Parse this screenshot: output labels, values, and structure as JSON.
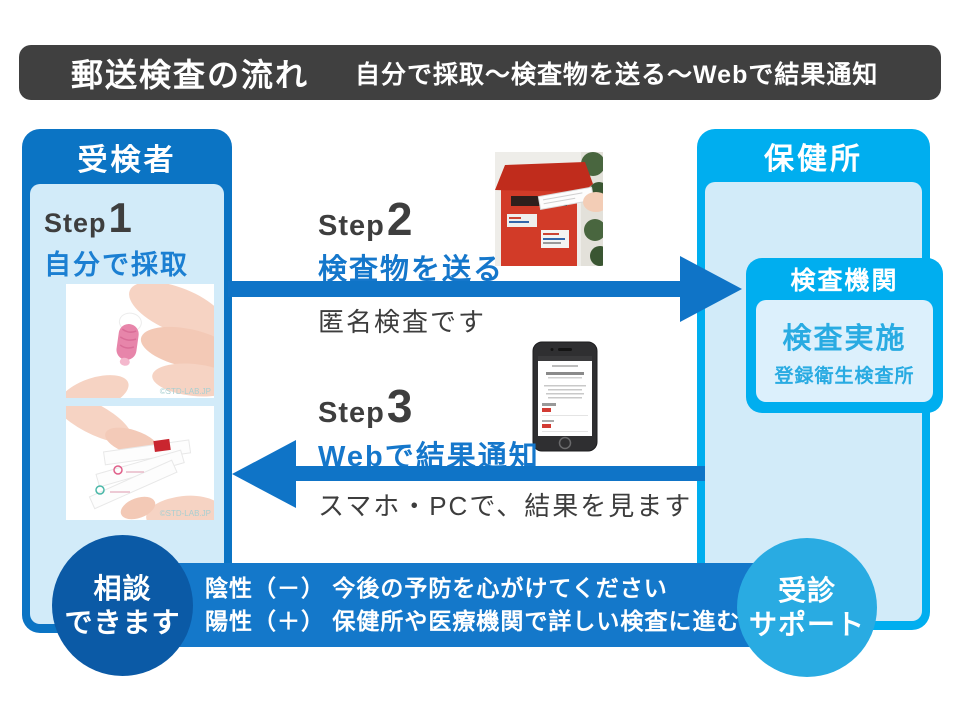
{
  "header": {
    "title": "郵送検査の流れ",
    "subtitle": "自分で採取～検査物を送る～Webで結果通知"
  },
  "panels": {
    "examinee": {
      "title": "受検者"
    },
    "health_center": {
      "title": "保健所"
    },
    "lab_box": {
      "title": "検査機関",
      "action": "検査実施",
      "sub": "登録衛生検査所"
    }
  },
  "steps": {
    "step1": {
      "label": "Step",
      "number": "1",
      "caption": "自分で採取"
    },
    "step2": {
      "label": "Step",
      "number": "2",
      "caption": "検査物を送る",
      "note": "匿名検査です"
    },
    "step3": {
      "label": "Step",
      "number": "3",
      "caption": "Webで結果通知",
      "note": "スマホ・PCで、結果を見ます"
    }
  },
  "result_bar": {
    "negative_line": "陰性（－） 今後の予防を心がけてください",
    "positive_line": "陽性（＋） 保健所や医療機関で詳しい検査に進む"
  },
  "badges": {
    "consult": {
      "line1": "相談",
      "line2": "できます"
    },
    "support": {
      "line1": "受診",
      "line2": "サポート"
    }
  },
  "photos": {
    "watermark": "©STD-LAB.JP",
    "sample1": "lancet-device-photo",
    "sample2": "test-strip-photo",
    "postbox": "red-postbox-photo",
    "phone": "smartphone-result-photo"
  },
  "colors": {
    "header_black": "#404040",
    "primary_blue": "#0b74c4",
    "arrow_blue": "#0f74c7",
    "bar_blue": "#1478ca",
    "dark_navy": "#0b5aa6",
    "cyan": "#00aeef",
    "accent_cyan": "#29abe2",
    "light_blue": "#d2ebf9"
  }
}
